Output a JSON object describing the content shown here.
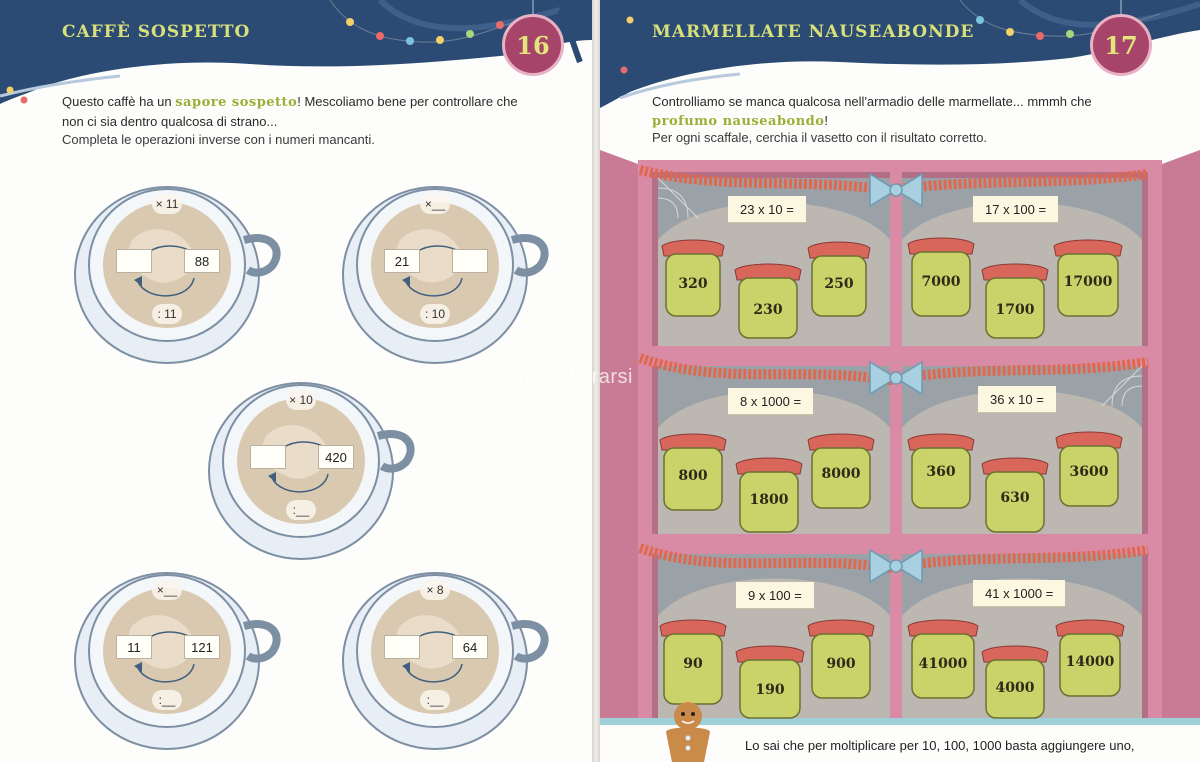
{
  "left_page": {
    "title": "CAFFÈ SOSPETTO",
    "page_number": "16",
    "intro_part1": "Questo caffè ha un ",
    "intro_highlight": "sapore sospetto",
    "intro_part2": "! Mescoliamo bene per controllare che",
    "intro_line2": "non ci sia dentro qualcosa di strano...",
    "instruction": "Completa le operazioni inverse con i numeri mancanti.",
    "cups": [
      {
        "top": "× 11",
        "left": "",
        "right": "88",
        "bottom": ": 11"
      },
      {
        "top": "×__",
        "left": "21",
        "right": "",
        "bottom": ": 10"
      },
      {
        "top": "× 10",
        "left": "",
        "right": "420",
        "bottom": ":__"
      },
      {
        "top": "×__",
        "left": "11",
        "right": "121",
        "bottom": ":__"
      },
      {
        "top": "× 8",
        "left": "",
        "right": "64",
        "bottom": ":__"
      }
    ]
  },
  "right_page": {
    "title": "MARMELLATE NAUSEABONDE",
    "page_number": "17",
    "intro_line1": "Controlliamo se manca qualcosa nell'armadio delle marmellate... mmmh che",
    "intro_highlight": "profumo nauseabondo",
    "intro_end": "!",
    "instruction": "Per ogni scaffale, cerchia il vasetto con il risultato corretto.",
    "shelves": [
      {
        "equation": "23 x 10 =",
        "jars": [
          "320",
          "230",
          "250"
        ]
      },
      {
        "equation": "17 x 100 =",
        "jars": [
          "7000",
          "1700",
          "17000"
        ]
      },
      {
        "equation": "8 x 1000 =",
        "jars": [
          "800",
          "1800",
          "8000"
        ]
      },
      {
        "equation": "36 x 10 =",
        "jars": [
          "360",
          "630",
          "3600"
        ]
      },
      {
        "equation": "9 x 100 =",
        "jars": [
          "90",
          "190",
          "900"
        ]
      },
      {
        "equation": "41 x 1000 =",
        "jars": [
          "41000",
          "4000",
          "14000"
        ]
      }
    ],
    "footer": "Lo sai che per moltiplicare per 10, 100, 1000 basta aggiungere uno,"
  },
  "watermark": "macrolibrarsi",
  "colors": {
    "banner": "#2c4b74",
    "title_green": "#d8e07a",
    "badge": "#a6446a",
    "highlight": "#9cae36",
    "cabinet": "#d98aa4",
    "jar": "#c9d36a"
  }
}
